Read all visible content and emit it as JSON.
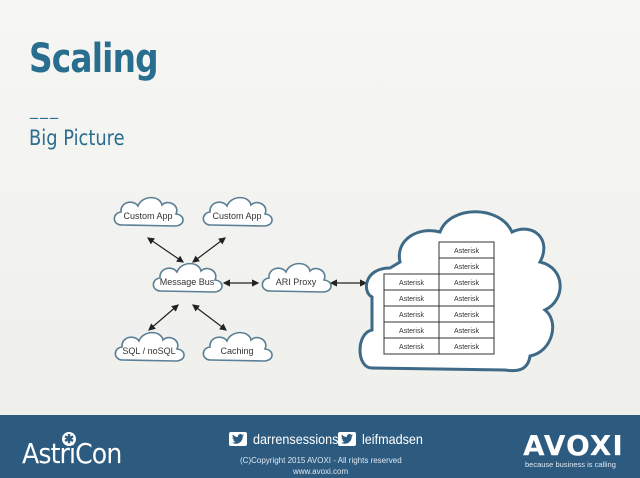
{
  "slide": {
    "title": "Scaling",
    "separator": "___",
    "subtitle": "Big Picture"
  },
  "diagram": {
    "nodes": {
      "custom_app_1": "Custom App",
      "custom_app_2": "Custom App",
      "message_bus": "Message Bus",
      "ari_proxy": "ARI Proxy",
      "sql_nosql": "SQL / noSQL",
      "caching": "Caching"
    },
    "cluster": {
      "cell_label": "Asterisk"
    }
  },
  "footer": {
    "brand_left": "AstriCon",
    "twitter_1": "darrensessions",
    "twitter_2": "leifmadsen",
    "copyright": "(C)Copyright 2015 AVOXI - All rights reserved",
    "website": "www.avoxi.com",
    "brand_right": "AVOXI",
    "tagline": "because business is calling",
    "icon_twitter": "twitter-bird-icon",
    "colors": {
      "footer_bg": "#2d5b80",
      "title": "#2a6e8f"
    }
  }
}
